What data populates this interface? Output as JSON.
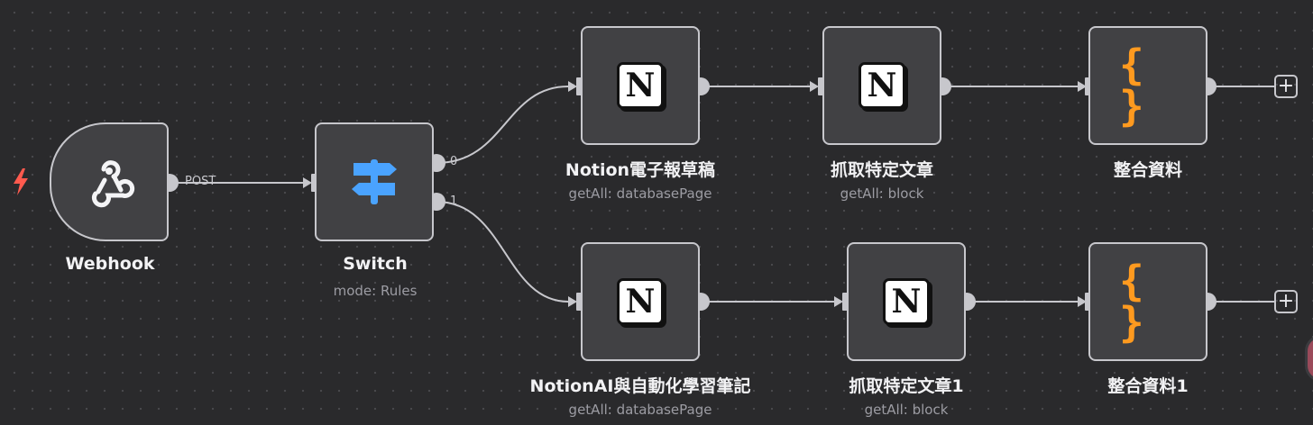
{
  "nodes": {
    "webhook": {
      "label": "Webhook",
      "icon": "webhook-icon"
    },
    "switch": {
      "label": "Switch",
      "subtitle": "mode: Rules",
      "icon": "signpost-icon"
    },
    "notion_draft": {
      "label": "Notion電子報草稿",
      "subtitle": "getAll: databasePage",
      "icon_text": "N"
    },
    "fetch_article": {
      "label": "抓取特定文章",
      "subtitle": "getAll: block",
      "icon_text": "N"
    },
    "merge_data": {
      "label": "整合資料",
      "icon_text": "{ }"
    },
    "notion_ai": {
      "label": "NotionAI與自動化學習筆記",
      "subtitle": "getAll: databasePage",
      "icon_text": "N"
    },
    "fetch_article_1": {
      "label": "抓取特定文章1",
      "subtitle": "getAll: block",
      "icon_text": "N"
    },
    "merge_data_1": {
      "label": "整合資料1",
      "icon_text": "{ }"
    }
  },
  "edges": {
    "webhook_switch": "POST",
    "switch_out_0": "0",
    "switch_out_1": "1"
  },
  "add_button": "+",
  "colors": {
    "background": "#2a2a2c",
    "node_fill": "#414144",
    "node_border": "#c7c7cc",
    "trigger": "#ff5a4e",
    "switch_icon": "#4aa3ff",
    "code_icon": "#ff9a1f"
  }
}
